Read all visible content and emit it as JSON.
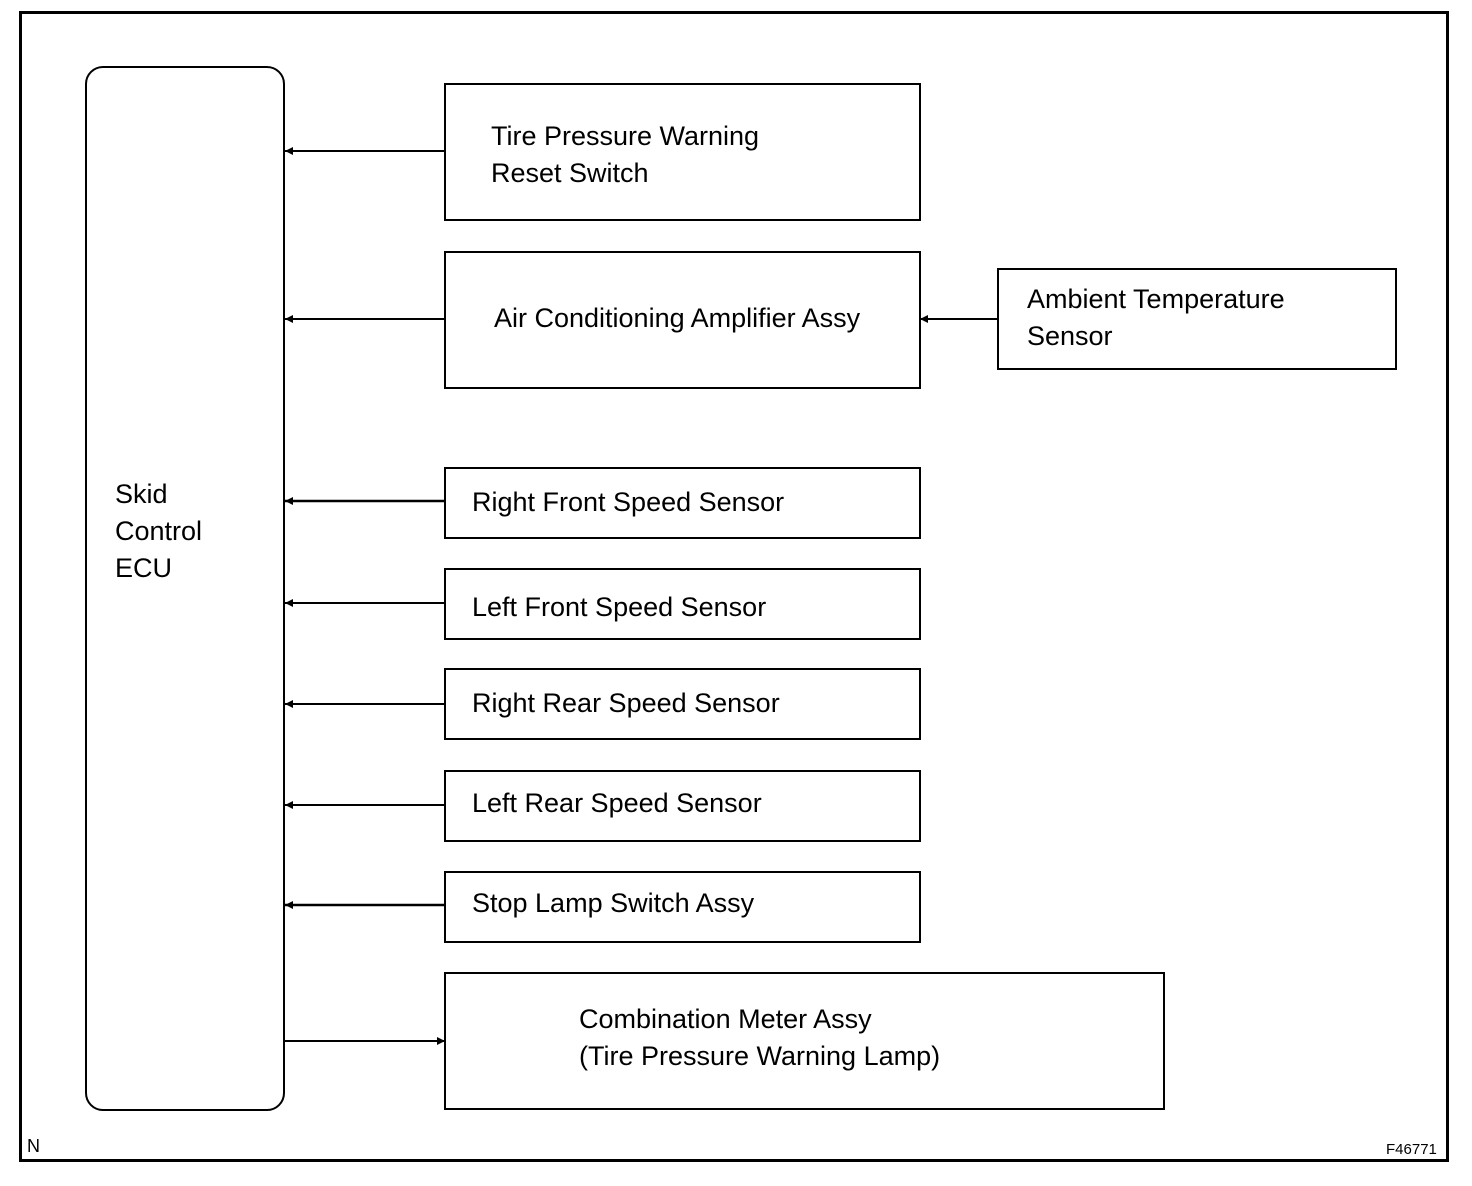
{
  "ecu": {
    "lines": [
      "Skid",
      "Control",
      "ECU"
    ]
  },
  "inputs": {
    "tire_reset_switch": [
      "Tire Pressure Warning",
      "Reset Switch"
    ],
    "ac_amplifier": "Air Conditioning Amplifier Assy",
    "ambient_temp_sensor": [
      "Ambient Temperature",
      "Sensor"
    ],
    "right_front_speed_sensor": "Right Front Speed Sensor",
    "left_front_speed_sensor": "Left Front Speed Sensor",
    "right_rear_speed_sensor": "Right Rear Speed Sensor",
    "left_rear_speed_sensor": "Left Rear Speed Sensor",
    "stop_lamp_switch": "Stop Lamp Switch Assy"
  },
  "outputs": {
    "combination_meter": [
      "Combination Meter Assy",
      "(Tire Pressure Warning Lamp)"
    ]
  },
  "corner_mark": "N",
  "figure_id": "F46771"
}
